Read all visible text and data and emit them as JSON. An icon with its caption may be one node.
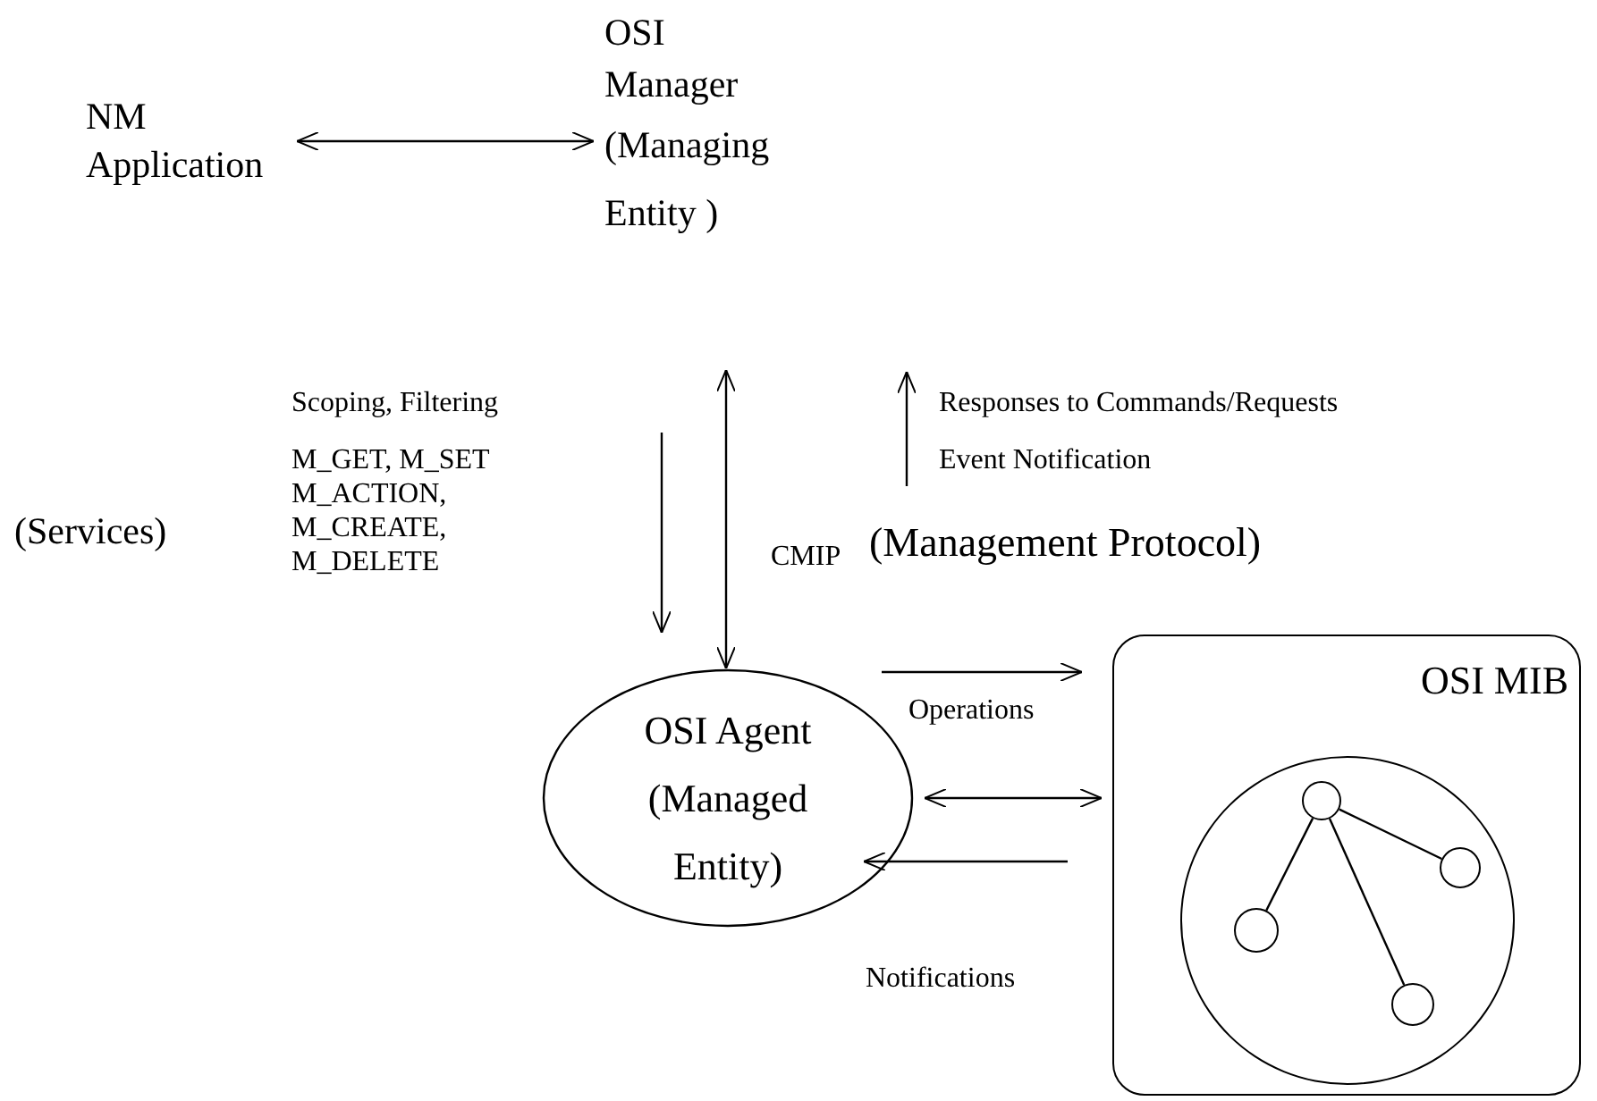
{
  "diagram": {
    "nodes": [
      {
        "text": [
          "NM Application"
        ]
      },
      {
        "text": [
          "OSI Manager",
          "(Managing Entity )"
        ]
      },
      {
        "text": [
          "OSI Agent (Managed Entity)"
        ]
      },
      {
        "text": [
          "OSI MIB"
        ]
      },
      {
        "text": [],
        "shape": "circle",
        "in": 3
      },
      {
        "text": [],
        "shape": "circle",
        "in": 4
      },
      {
        "text": [],
        "shape": "circle",
        "in": 4
      },
      {
        "text": [],
        "shape": "circle",
        "in": 4
      },
      {
        "text": [],
        "shape": "circle",
        "in": 4
      }
    ],
    "edges": [
      {
        "from": 0,
        "to": 1,
        "arrow": "both"
      },
      {
        "from": 1,
        "to": 2,
        "arrow": "both"
      },
      {
        "from": 2,
        "to": 3,
        "arrow": "both"
      },
      {
        "from": 6,
        "to": 8,
        "arrow": "none"
      },
      {
        "from": 6,
        "to": 5,
        "arrow": "none"
      },
      {
        "from": 6,
        "to": 7,
        "arrow": "none"
      }
    ],
    "labels": [
      "Scoping, Filtering",
      "Responses to Commands/Requests",
      "Event Notification",
      "(Services)",
      "M_GET, M_SET M_ACTION, M_CREATE, M_DELETE",
      "CMIP",
      "(Management Protocol)",
      "Operations",
      "Notifications"
    ]
  }
}
